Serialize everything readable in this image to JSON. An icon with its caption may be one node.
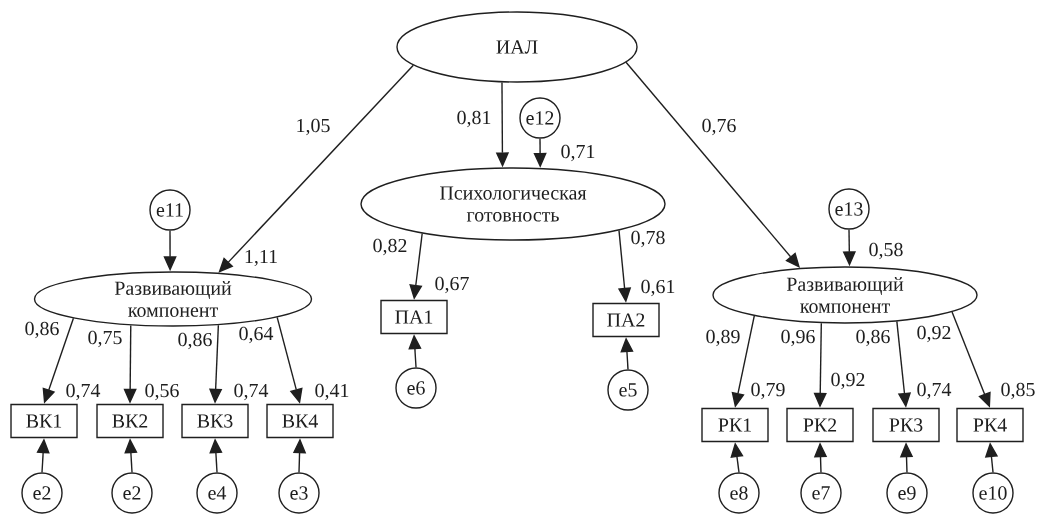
{
  "diagram": {
    "nodes": [
      {
        "text": [
          "ИАЛ"
        ]
      },
      {
        "text": [
          "e12"
        ]
      },
      {
        "text": [
          "Психологическая готовность"
        ],
        "beside": [
          "0,71"
        ]
      },
      {
        "text": [
          "e11"
        ]
      },
      {
        "text": [
          "Развивающий компонент"
        ],
        "beside": [
          "1,11"
        ]
      },
      {
        "text": [
          "e13"
        ]
      },
      {
        "text": [
          "Развивающий компонент"
        ],
        "beside": [
          "0,58"
        ]
      },
      {
        "text": [
          "ПА1"
        ],
        "beside": [
          "0,67"
        ]
      },
      {
        "text": [
          "ПА2"
        ],
        "beside": [
          "0,61"
        ]
      },
      {
        "text": [
          "e6"
        ]
      },
      {
        "text": [
          "e5"
        ]
      },
      {
        "text": [
          "ВК1"
        ],
        "beside": [
          "0,74"
        ]
      },
      {
        "text": [
          "ВК2"
        ],
        "beside": [
          "0,56"
        ]
      },
      {
        "text": [
          "ВК3"
        ],
        "beside": [
          "0,74"
        ]
      },
      {
        "text": [
          "ВК4"
        ],
        "beside": [
          "0,41"
        ]
      },
      {
        "text": [
          "РК1"
        ],
        "beside": [
          "0,79"
        ]
      },
      {
        "text": [
          "РК2"
        ],
        "beside": [
          "0,92"
        ]
      },
      {
        "text": [
          "РК3"
        ],
        "beside": [
          "0,74"
        ]
      },
      {
        "text": [
          "РК4"
        ],
        "beside": [
          "0,85"
        ]
      },
      {
        "text": [
          "e2"
        ]
      },
      {
        "text": [
          "e2"
        ]
      },
      {
        "text": [
          "e4"
        ]
      },
      {
        "text": [
          "e3"
        ]
      },
      {
        "text": [
          "e8"
        ]
      },
      {
        "text": [
          "e7"
        ]
      },
      {
        "text": [
          "e9"
        ]
      },
      {
        "text": [
          "e10"
        ]
      }
    ],
    "edges": [
      {
        "from": 0,
        "to": 4,
        "arrow": "to",
        "label": "1,05"
      },
      {
        "from": 0,
        "to": 2,
        "arrow": "to",
        "label": "0,81"
      },
      {
        "from": 0,
        "to": 6,
        "arrow": "to",
        "label": "0,76"
      },
      {
        "from": 1,
        "to": 2,
        "arrow": "to"
      },
      {
        "from": 3,
        "to": 4,
        "arrow": "to"
      },
      {
        "from": 5,
        "to": 6,
        "arrow": "to"
      },
      {
        "from": 2,
        "to": 7,
        "arrow": "to",
        "label": "0,82"
      },
      {
        "from": 2,
        "to": 8,
        "arrow": "to",
        "label": "0,78"
      },
      {
        "from": 4,
        "to": 11,
        "arrow": "to",
        "label": "0,86"
      },
      {
        "from": 4,
        "to": 12,
        "arrow": "to",
        "label": "0,75"
      },
      {
        "from": 4,
        "to": 13,
        "arrow": "to",
        "label": "0,86"
      },
      {
        "from": 4,
        "to": 14,
        "arrow": "to",
        "label": "0,64"
      },
      {
        "from": 6,
        "to": 15,
        "arrow": "to",
        "label": "0,89"
      },
      {
        "from": 6,
        "to": 16,
        "arrow": "to",
        "label": "0,96"
      },
      {
        "from": 6,
        "to": 17,
        "arrow": "to",
        "label": "0,86"
      },
      {
        "from": 6,
        "to": 18,
        "arrow": "to",
        "label": "0,92"
      },
      {
        "from": 9,
        "to": 7,
        "arrow": "to"
      },
      {
        "from": 10,
        "to": 8,
        "arrow": "to"
      },
      {
        "from": 19,
        "to": 11,
        "arrow": "to"
      },
      {
        "from": 20,
        "to": 12,
        "arrow": "to"
      },
      {
        "from": 21,
        "to": 13,
        "arrow": "to"
      },
      {
        "from": 22,
        "to": 14,
        "arrow": "to"
      },
      {
        "from": 23,
        "to": 15,
        "arrow": "to"
      },
      {
        "from": 24,
        "to": 16,
        "arrow": "to"
      },
      {
        "from": 25,
        "to": 17,
        "arrow": "to"
      },
      {
        "from": 26,
        "to": 18,
        "arrow": "to"
      }
    ]
  }
}
